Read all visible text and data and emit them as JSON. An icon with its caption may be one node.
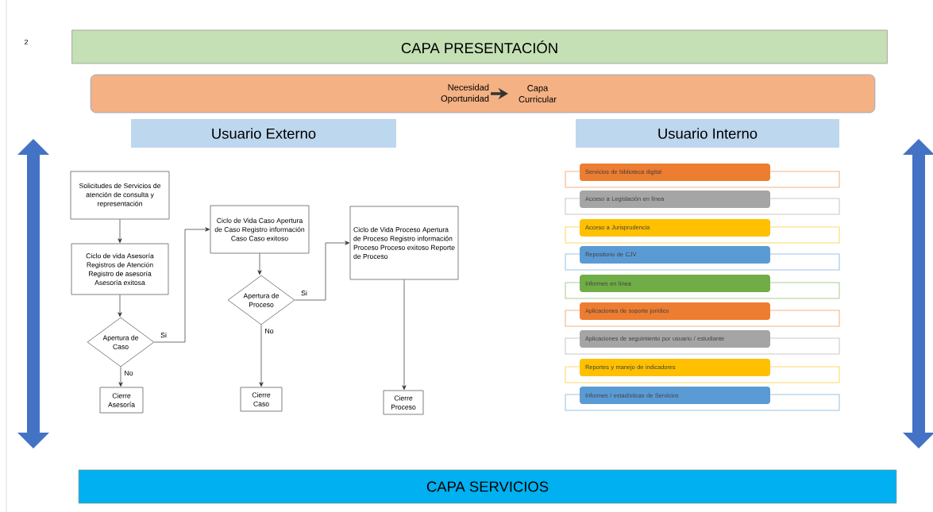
{
  "diagram": {
    "nodes": [
      {
        "text": [
          "CAPA PRESENTACIÓN"
        ]
      },
      {
        "text": [],
        "shape": "box"
      },
      {
        "text": [
          "Necesidad Oportunidad"
        ],
        "in": 1
      },
      {
        "text": [
          "Capa Curricular"
        ],
        "in": 1
      },
      {
        "text": [
          "Usuario Externo"
        ]
      },
      {
        "text": [
          "Usuario Interno"
        ]
      },
      {
        "text": [
          "Solicitudes de Servicios de atención de consulta y representación"
        ]
      },
      {
        "text": [
          "Ciclo de  vida Asesoría Registros de Atención Registro de  asesoría Asesoría exitosa"
        ]
      },
      {
        "text": [
          "Apertura de Caso"
        ]
      },
      {
        "text": [
          "Cierre Asesoría"
        ]
      },
      {
        "text": [
          "Ciclo de Vida Caso Apertura de Caso Registro información Caso Caso exitoso"
        ]
      },
      {
        "text": [
          "Apertura de Proceso"
        ]
      },
      {
        "text": [
          "Cierre Caso"
        ]
      },
      {
        "text": [
          "Ciclo de Vida Proceso Apertura de Proceso Registro información Proceso Proceso exitoso Reporte de Proceso"
        ]
      },
      {
        "text": [
          "Cierre Proceso"
        ]
      },
      {
        "text": [
          "Servicios de biblioteca digital"
        ]
      },
      {
        "text": [
          "Acceso a Legislación en línea"
        ]
      },
      {
        "text": [
          "Acceso a Jurisprudencia"
        ]
      },
      {
        "text": [
          "Repositorio de CJV"
        ]
      },
      {
        "text": [
          "Informes en línea"
        ]
      },
      {
        "text": [
          "Aplicaciones de soporte jurídico"
        ]
      },
      {
        "text": [
          "Aplicaciones de seguimiento por usuario / estudiante"
        ]
      },
      {
        "text": [
          "Reportes y manejo de indicadores"
        ]
      },
      {
        "text": [
          "Informes / estadísticas de Servicios"
        ]
      },
      {
        "text": [
          "CAPA SERVICIOS"
        ]
      }
    ],
    "edges": [
      {
        "from": 2,
        "to": 3,
        "arrow": "to",
        "style": "thick"
      },
      {
        "from": 6,
        "to": 7,
        "arrow": "to"
      },
      {
        "from": 7,
        "to": 8,
        "arrow": "to"
      },
      {
        "from": 8,
        "to": 10,
        "arrow": "to",
        "label": "Si"
      },
      {
        "from": 8,
        "to": 9,
        "arrow": "to",
        "label": "No"
      },
      {
        "from": 10,
        "to": 11,
        "arrow": "to"
      },
      {
        "from": 11,
        "to": 13,
        "arrow": "to",
        "label": "Si"
      },
      {
        "from": 11,
        "to": 12,
        "arrow": "to",
        "label": "No"
      },
      {
        "from": 13,
        "to": 14,
        "arrow": "to"
      }
    ],
    "labels": [
      "2"
    ]
  }
}
